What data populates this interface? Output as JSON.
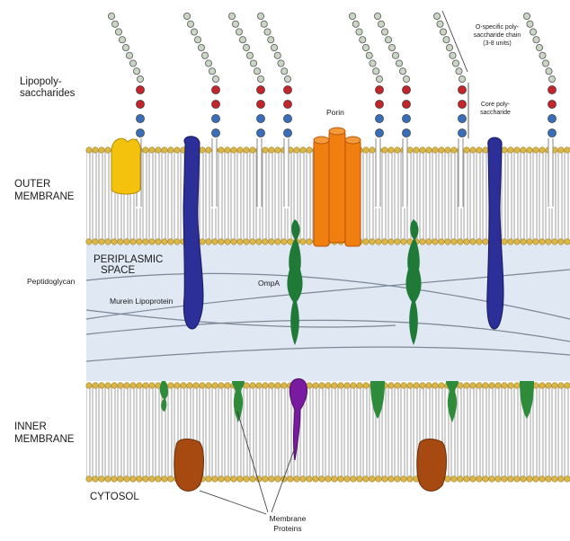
{
  "labels": {
    "lipopolysaccharides": [
      "Lipopoly-",
      "saccharides"
    ],
    "o_specific_chain": [
      "O-specific poly-",
      "saccharide chain",
      "(3-8 units)"
    ],
    "core_polysaccharide": [
      "Core poly-",
      "saccharide"
    ],
    "porin": "Porin",
    "outer_membrane": [
      "OUTER",
      "MEMBRANE"
    ],
    "periplasmic_space": [
      "PERIPLASMIC",
      "SPACE"
    ],
    "peptidoglycan": "Peptidoglycan",
    "murein_lipoprotein": "Murein Lipoprotein",
    "ompa": "OmpA",
    "inner_membrane": [
      "INNER",
      "MEMBRANE"
    ],
    "cytosol": "CYTOSOL",
    "membrane_proteins": [
      "Membrane",
      "Proteins"
    ]
  },
  "colors": {
    "head": "#d9b64a",
    "tail": "#b8b8b8",
    "periplasm": "#dfe8f3",
    "o_chain_bead": "#c9d6c4",
    "core_red": "#c0262b",
    "core_blue": "#3a6fb7",
    "murein": "#2b2f97",
    "porin": "#f07f10",
    "ompa": "#1f7a37",
    "yellow_protein": "#f4c20d",
    "purple_protein": "#7a1aa0",
    "brown_protein": "#a64a12",
    "green_protein": "#2e8b3a"
  }
}
